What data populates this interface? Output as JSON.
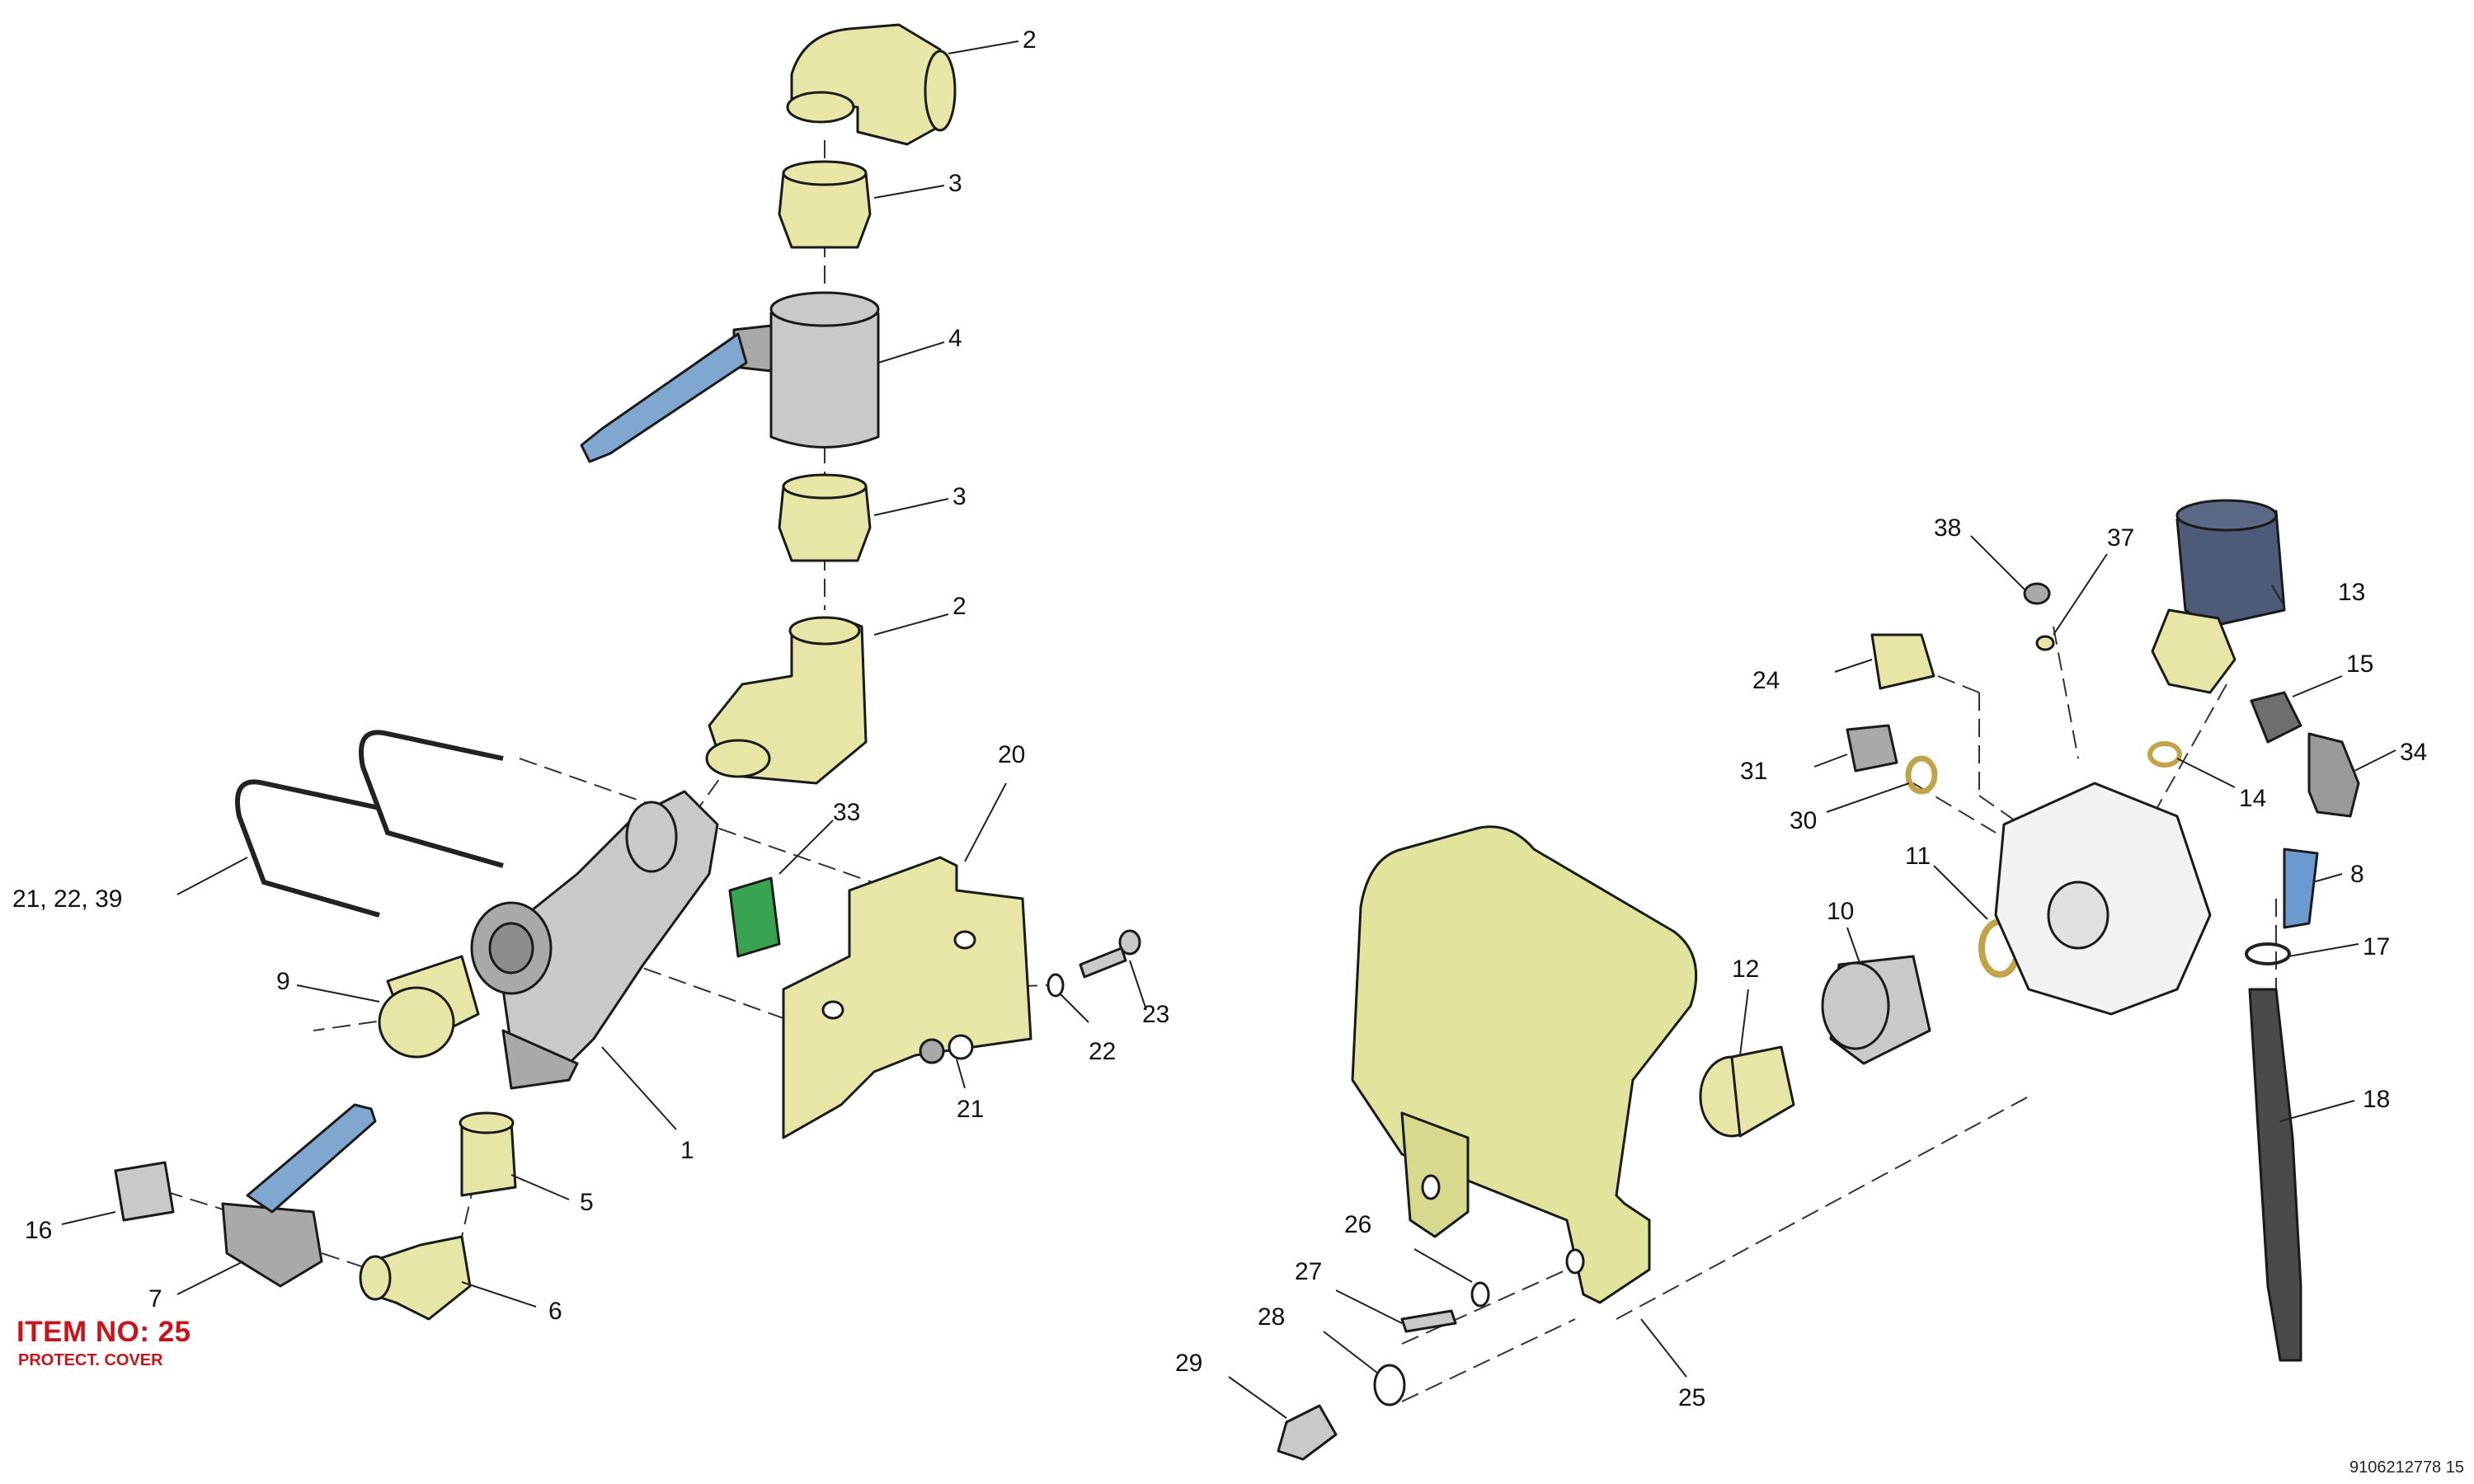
{
  "colors": {
    "brass": "#e8e6a6",
    "grey": "#c9c9c9",
    "steel": "#a9a9a9",
    "handle_blue": "#7fa7cf",
    "navy": "#4d5b78",
    "dark_hose": "#4a4a4a",
    "gasket_green": "#38a350",
    "item_text": "#c4161c"
  },
  "callouts": [
    {
      "id": "c2a",
      "label": "2"
    },
    {
      "id": "c3a",
      "label": "3"
    },
    {
      "id": "c4",
      "label": "4"
    },
    {
      "id": "c3b",
      "label": "3"
    },
    {
      "id": "c2b",
      "label": "2"
    },
    {
      "id": "c20",
      "label": "20"
    },
    {
      "id": "c33",
      "label": "33"
    },
    {
      "id": "c21-22-39",
      "label": "21, 22, 39"
    },
    {
      "id": "c9",
      "label": "9"
    },
    {
      "id": "c23",
      "label": "23"
    },
    {
      "id": "c22",
      "label": "22"
    },
    {
      "id": "c21",
      "label": "21"
    },
    {
      "id": "c1",
      "label": "1"
    },
    {
      "id": "c5",
      "label": "5"
    },
    {
      "id": "c16",
      "label": "16"
    },
    {
      "id": "c7",
      "label": "7"
    },
    {
      "id": "c6",
      "label": "6"
    },
    {
      "id": "c38",
      "label": "38"
    },
    {
      "id": "c37",
      "label": "37"
    },
    {
      "id": "c13",
      "label": "13"
    },
    {
      "id": "c24",
      "label": "24"
    },
    {
      "id": "c15",
      "label": "15"
    },
    {
      "id": "c31",
      "label": "31"
    },
    {
      "id": "c34",
      "label": "34"
    },
    {
      "id": "c14",
      "label": "14"
    },
    {
      "id": "c30",
      "label": "30"
    },
    {
      "id": "c11",
      "label": "11"
    },
    {
      "id": "c8",
      "label": "8"
    },
    {
      "id": "c10",
      "label": "10"
    },
    {
      "id": "c17",
      "label": "17"
    },
    {
      "id": "c12",
      "label": "12"
    },
    {
      "id": "c18",
      "label": "18"
    },
    {
      "id": "c26",
      "label": "26"
    },
    {
      "id": "c27",
      "label": "27"
    },
    {
      "id": "c28",
      "label": "28"
    },
    {
      "id": "c29",
      "label": "29"
    },
    {
      "id": "c25",
      "label": "25"
    }
  ],
  "item_label": "ITEM NO: 25",
  "item_sublabel": "PROTECT. COVER",
  "drawing_id": "9106212778 15"
}
